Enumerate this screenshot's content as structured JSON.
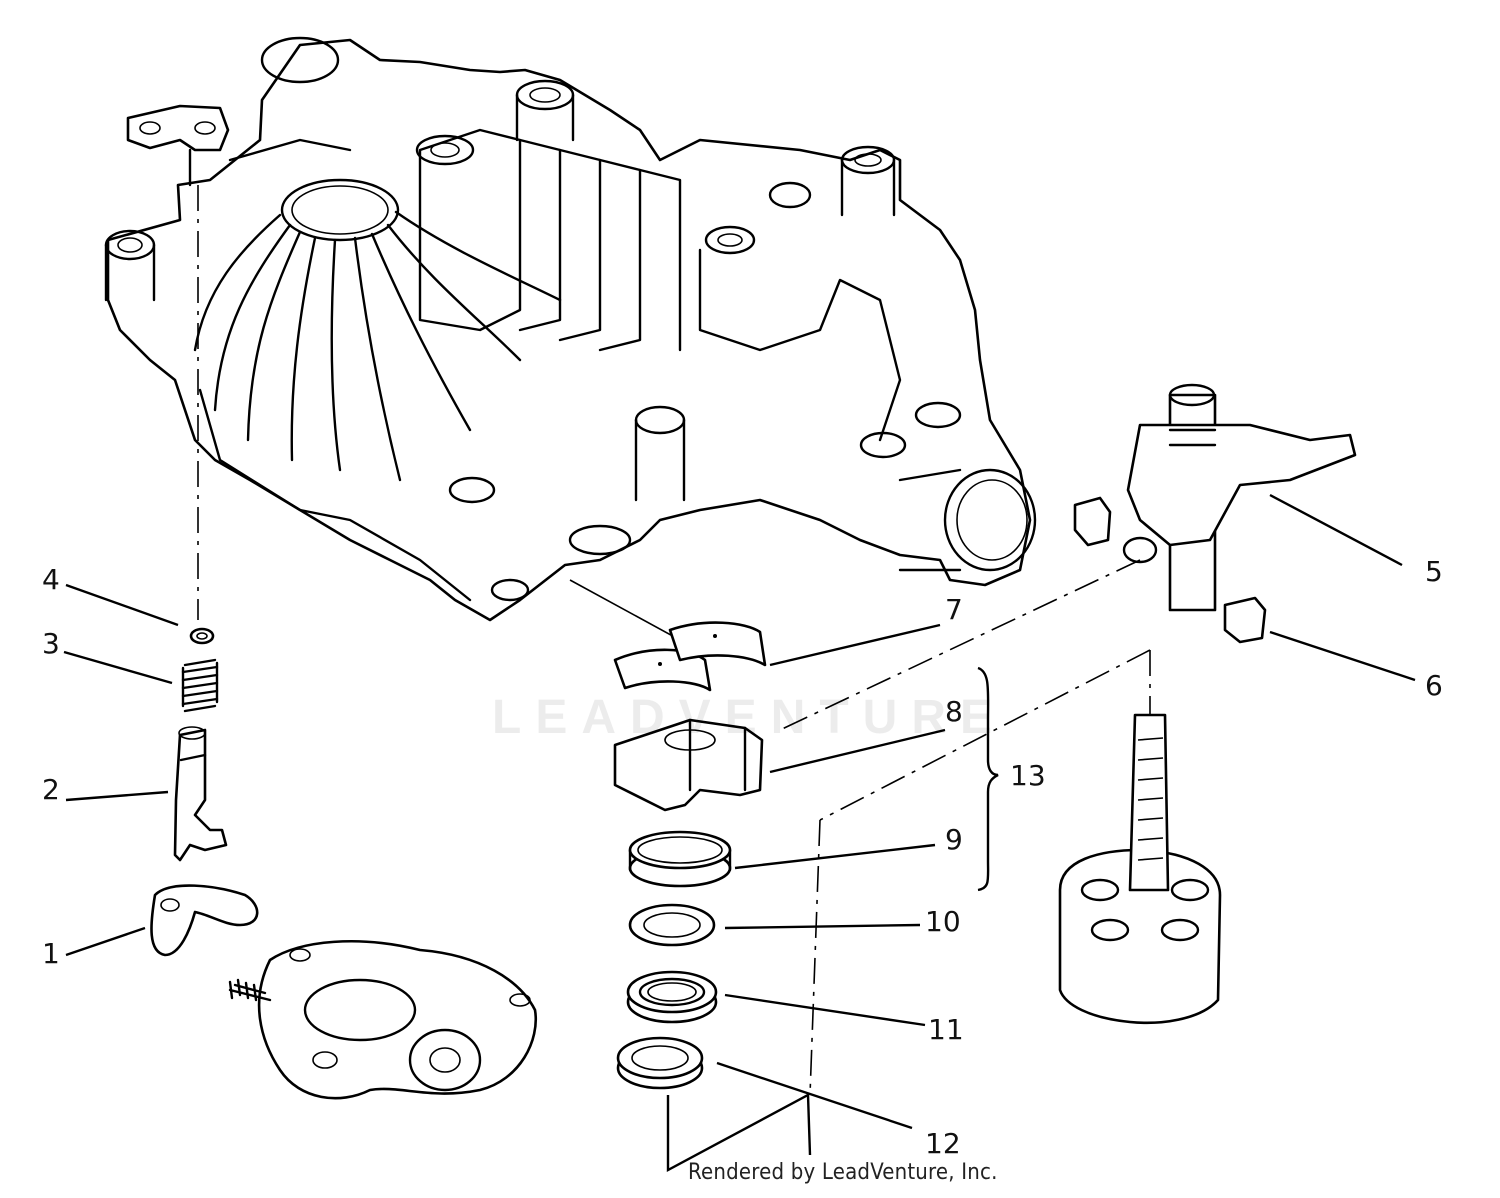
{
  "callouts": [
    {
      "id": "1",
      "label": "1"
    },
    {
      "id": "2",
      "label": "2"
    },
    {
      "id": "3",
      "label": "3"
    },
    {
      "id": "4",
      "label": "4"
    },
    {
      "id": "5",
      "label": "5"
    },
    {
      "id": "6",
      "label": "6"
    },
    {
      "id": "7",
      "label": "7"
    },
    {
      "id": "8",
      "label": "8"
    },
    {
      "id": "9",
      "label": "9"
    },
    {
      "id": "10",
      "label": "10"
    },
    {
      "id": "11",
      "label": "11"
    },
    {
      "id": "12",
      "label": "12"
    },
    {
      "id": "13",
      "label": "13"
    }
  ],
  "watermark": "LEADVENTURE",
  "footer": "Rendered by LeadVenture, Inc."
}
